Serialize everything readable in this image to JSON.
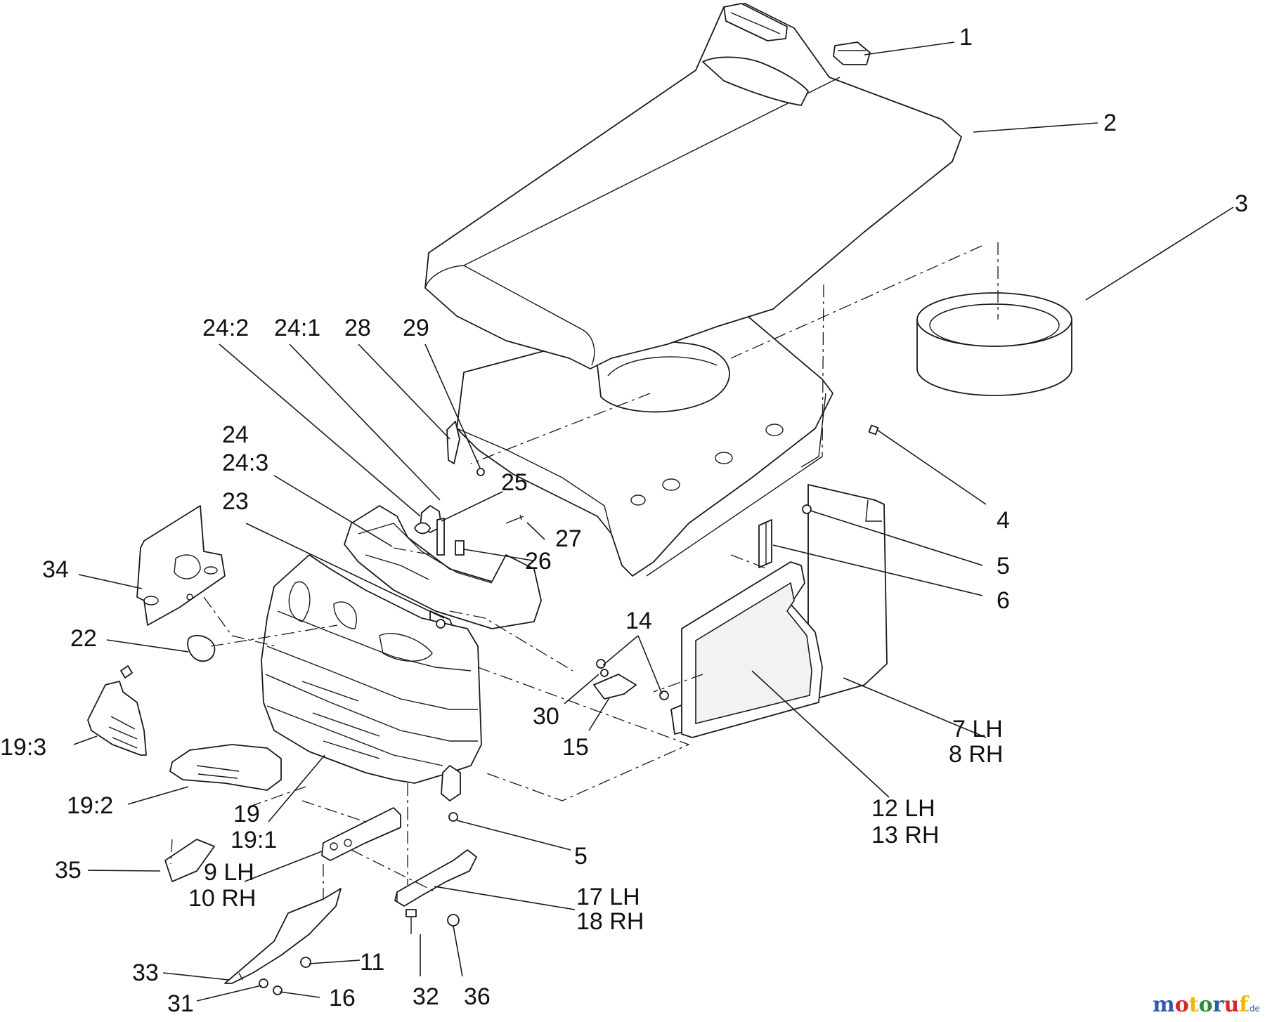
{
  "callouts": {
    "c1": "1",
    "c2": "2",
    "c3": "3",
    "c4": "4",
    "c5a": "5",
    "c5b": "5",
    "c6": "6",
    "c7": "7 LH",
    "c8": "8 RH",
    "c9": "9 LH",
    "c10": "10 RH",
    "c11": "11",
    "c12": "12 LH",
    "c13": "13 RH",
    "c14": "14",
    "c15": "15",
    "c16": "16",
    "c17": "17 LH",
    "c18": "18 RH",
    "c19": "19",
    "c19_1": "19:1",
    "c19_2": "19:2",
    "c19_3": "19:3",
    "c22": "22",
    "c23": "23",
    "c24": "24",
    "c24_3": "24:3",
    "c24_2": "24:2",
    "c24_1": "24:1",
    "c25": "25",
    "c26": "26",
    "c27": "27",
    "c28": "28",
    "c29": "29",
    "c30": "30",
    "c31": "31",
    "c32": "32",
    "c33": "33",
    "c34": "34",
    "c35": "35",
    "c36": "36"
  },
  "watermark": {
    "brand": "motoruf",
    "suffix": ".de",
    "colors": [
      "#2e5aa8",
      "#d62828",
      "#f2b705",
      "#2e8b3a"
    ]
  }
}
